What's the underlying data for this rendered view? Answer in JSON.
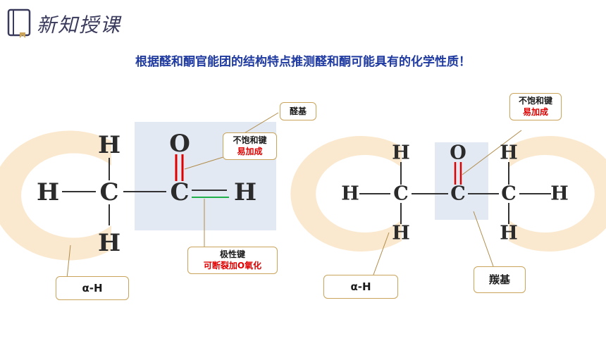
{
  "header": {
    "title": "新知授课",
    "icon": "book-icon"
  },
  "subtitle": "根据醛和酮官能团的结构特点推测醛和酮可能具有的化学性质！",
  "left_molecule": {
    "atoms": {
      "h_top": "H",
      "h_left": "H",
      "c1": "C",
      "h_bottom": "H",
      "o": "O",
      "c2": "C",
      "h_right": "H"
    },
    "callouts": {
      "aldehyde_group": "醛基",
      "unsaturated_line1": "不饱和键",
      "unsaturated_line2": "易加成",
      "polar_line1": "极性键",
      "polar_line2": "可断裂加O氧化",
      "alpha_h": "α-H"
    }
  },
  "right_molecule": {
    "atoms": {
      "h_tl": "H",
      "h_left": "H",
      "c1": "C",
      "h_bl": "H",
      "o": "O",
      "c2": "C",
      "h_tr": "H",
      "c3": "C",
      "h_right": "H",
      "h_br": "H"
    },
    "callouts": {
      "unsaturated_line1": "不饱和键",
      "unsaturated_line2": "易加成",
      "carbonyl_group": "羰基",
      "alpha_h": "α-H"
    }
  },
  "colors": {
    "accent_blue": "#1f3aa0",
    "highlight_box": "#e3e9f2",
    "halo": "#fbe9cf",
    "double_bond": "#e00000",
    "polar_bond": "#1fb04a",
    "callout_border": "#c9a45a"
  }
}
